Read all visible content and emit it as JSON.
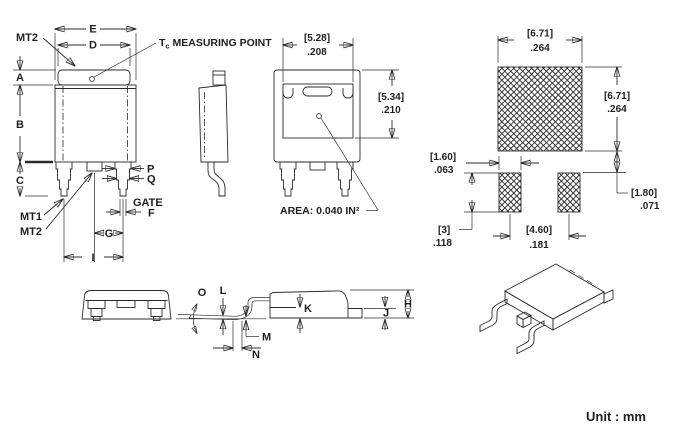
{
  "colors": {
    "ink": "#1f1f1f",
    "line": "#2b2b2b",
    "bg": "#ffffff"
  },
  "front_view": {
    "mt2_top": "MT2",
    "mt1": "MT1",
    "mt2_bottom": "MT2",
    "gate": "GATE",
    "tc_prefix": "T",
    "tc_sub": "c",
    "tc_suffix": " MEASURING POINT",
    "dims": {
      "e": "E",
      "d": "D",
      "a": "A",
      "b": "B",
      "c": "C",
      "p": "P",
      "q": "Q",
      "f": "F",
      "g": "G",
      "i": "I"
    }
  },
  "back_view": {
    "width_mm": "[5.28]",
    "width_in": ".208",
    "height_mm": "[5.34]",
    "height_in": ".210",
    "area": "AREA: 0.040 IN²"
  },
  "pad_layout": {
    "width_mm": "[6.71]",
    "width_in": ".264",
    "height_mm": "[6.71]",
    "height_in": ".264",
    "pad_w_mm": "[1.60]",
    "pad_w_in": ".063",
    "pad_h_mm": "[3]",
    "pad_h_in": ".118",
    "pitch_mm": "[4.60]",
    "pitch_in": ".181",
    "gap_mm": "[1.80]",
    "gap_in": ".071"
  },
  "side_profile": {
    "dims": {
      "o": "O",
      "l": "L",
      "k": "K",
      "m": "M",
      "n": "N",
      "h": "H",
      "j": "J"
    }
  },
  "footer": {
    "unit": "Unit : mm"
  }
}
